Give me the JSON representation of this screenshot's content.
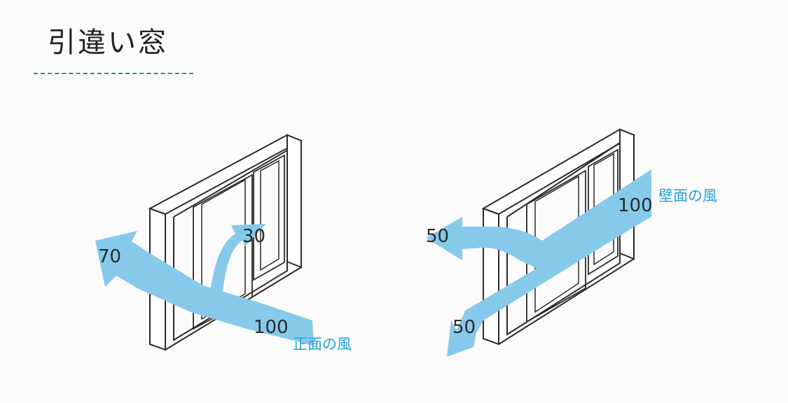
{
  "title": "引違い窓",
  "left_diagram": {
    "caption": "正面の風",
    "incoming_value": "100",
    "left_value": "70",
    "right_value": "30"
  },
  "right_diagram": {
    "caption": "壁面の風",
    "incoming_value": "100",
    "upper_value": "50",
    "lower_value": "50"
  },
  "colors": {
    "wind_arrow": "#86c9ea",
    "caption_text": "#2aa0d6",
    "title_rule": "#2f9b4e"
  }
}
